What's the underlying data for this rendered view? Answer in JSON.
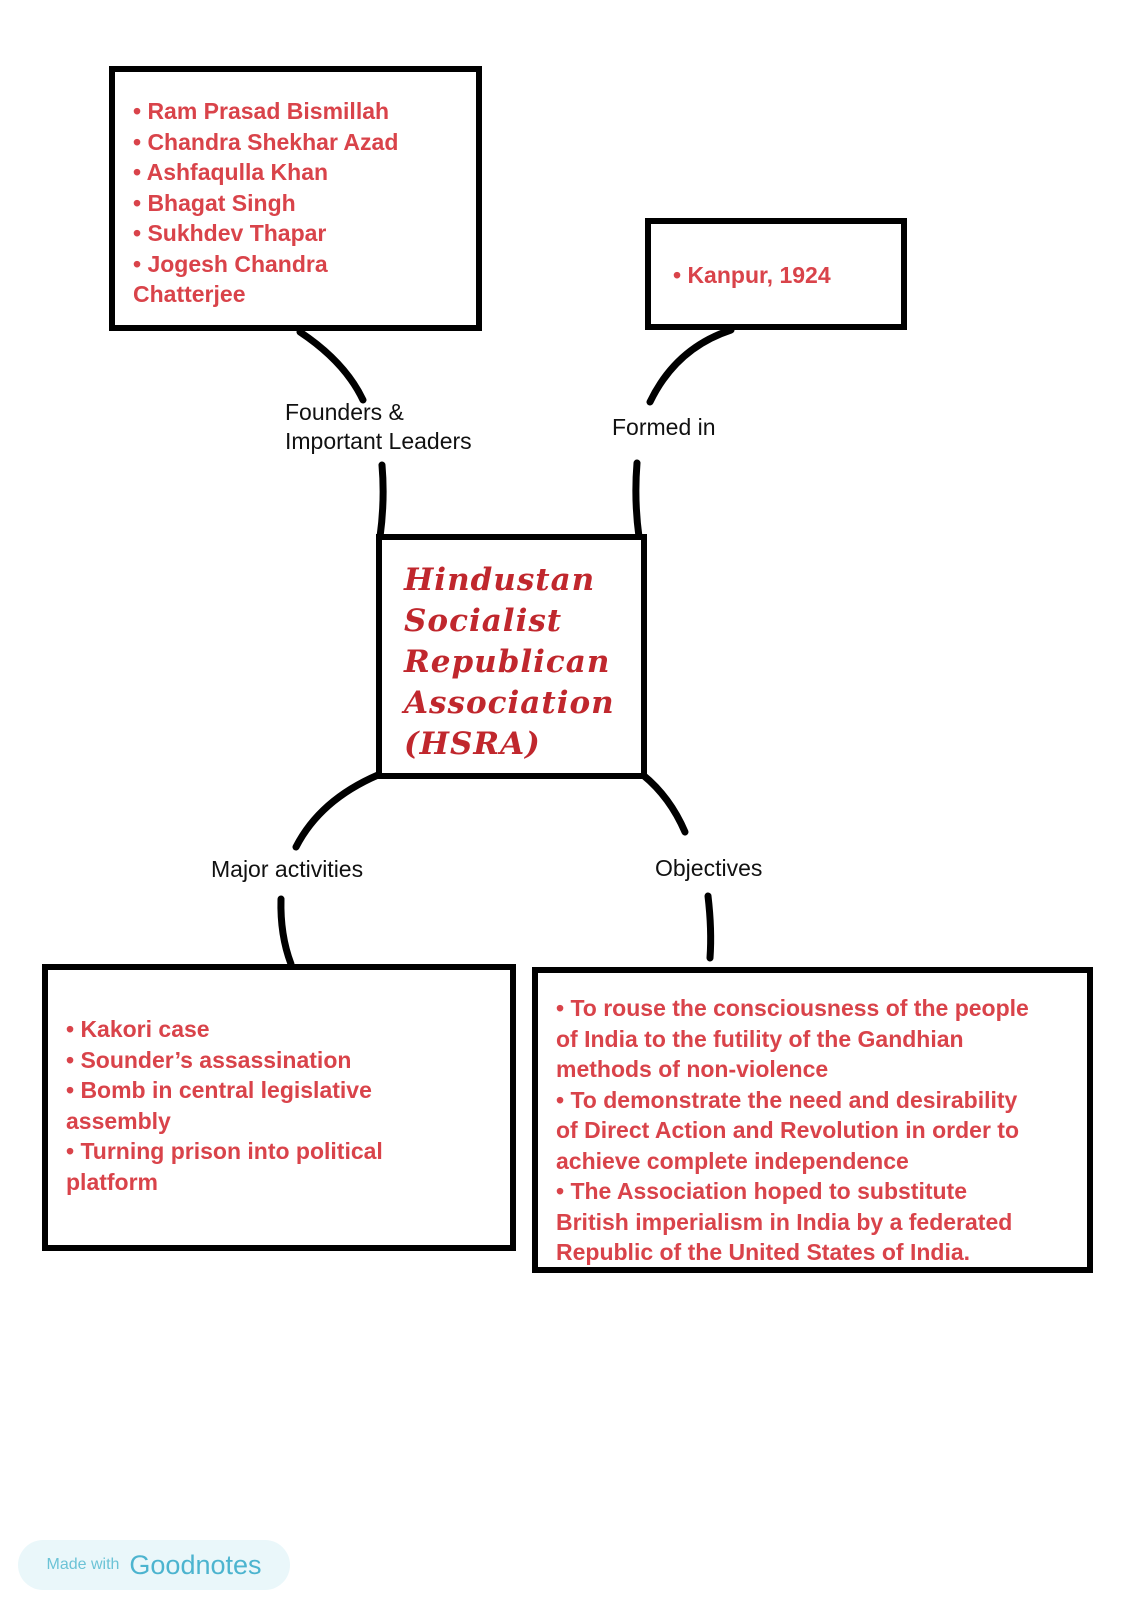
{
  "center": {
    "lines": [
      "Hindustan",
      "Socialist",
      "Republican",
      "Association",
      "(HSRA)"
    ]
  },
  "branches": {
    "founders": {
      "label_lines": [
        "Founders &",
        "Important Leaders"
      ],
      "items": [
        "• Ram Prasad Bismillah",
        "• Chandra Shekhar Azad",
        "• Ashfaqulla Khan",
        "• Bhagat Singh",
        "•  Sukhdev Thapar",
        "• Jogesh Chandra",
        "Chatterjee"
      ]
    },
    "formed": {
      "label": "Formed in",
      "items": [
        "• Kanpur, 1924"
      ]
    },
    "activities": {
      "label": "Major activities",
      "items": [
        "• Kakori case",
        "• Sounder’s assassination",
        "• Bomb in central legislative",
        "assembly",
        "• Turning prison into political",
        "platform"
      ]
    },
    "objectives": {
      "label": "Objectives",
      "items": [
        "• To rouse the consciousness of the people",
        "of India to the futility of the Gandhian",
        "methods of non-violence",
        "• To demonstrate the need and desirability",
        "of Direct Action and Revolution in order to",
        "achieve complete independence",
        "• The Association hoped to substitute",
        "British imperialism in India by a federated",
        "Republic of the United States of India."
      ]
    }
  },
  "badge": {
    "made_with": "Made with",
    "brand": "Goodnotes"
  },
  "colors": {
    "text_red": "#d9434a",
    "title_red": "#c0272d",
    "border": "#000000",
    "badge_bg": "#eaf7fa",
    "badge_text": "#4cb4cf"
  }
}
